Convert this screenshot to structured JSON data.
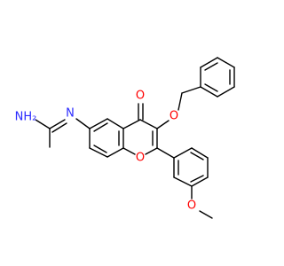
{
  "colors": {
    "bond": "#000000",
    "nitrogen": "#2a2aff",
    "oxygen": "#ff0000",
    "background": "#ffffff"
  },
  "atoms": {
    "nh2": "NH₂",
    "n_imine": "N",
    "o_carbonyl": "O",
    "o_benzyloxy": "O",
    "o_ring": "O",
    "o_methoxy": "O"
  }
}
